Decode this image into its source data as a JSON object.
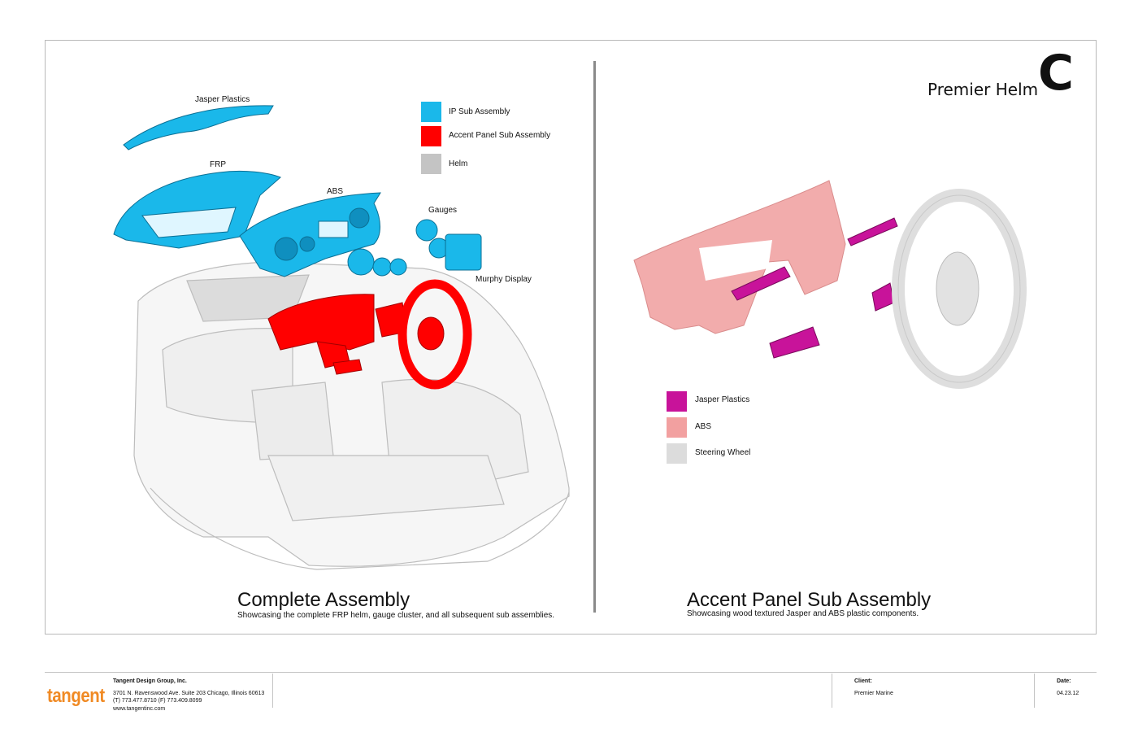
{
  "project": {
    "title": "Premier Helm",
    "sheet_letter": "C"
  },
  "left_panel": {
    "title": "Complete Assembly",
    "subtitle": "Showcasing the complete FRP helm, gauge cluster, and all subsequent sub assemblies.",
    "part_labels": {
      "jasper": "Jasper Plastics",
      "frp": "FRP",
      "abs": "ABS",
      "gauges": "Gauges",
      "murphy": "Murphy Display"
    },
    "legend": [
      {
        "label": "IP Sub Assembly",
        "color": "#1ab8ea"
      },
      {
        "label": "Accent Panel Sub Assembly",
        "color": "#ff0000"
      },
      {
        "label": "Helm",
        "color": "#c4c4c4"
      }
    ]
  },
  "right_panel": {
    "title": "Accent Panel Sub Assembly",
    "subtitle": "Showcasing wood textured Jasper and ABS plastic components.",
    "legend": [
      {
        "label": "Jasper Plastics",
        "color": "#c8139a"
      },
      {
        "label": "ABS",
        "color": "#f2a0a0"
      },
      {
        "label": "Steering Wheel",
        "color": "#dcdcdc"
      }
    ]
  },
  "title_block": {
    "logo": "tangent",
    "company": "Tangent Design Group, Inc.",
    "address": "3701 N. Ravenswood Ave. Suite 203  Chicago, Illinois 60613",
    "phone": "(T) 773.477.8710     (F) 773.409.8099",
    "website": "www.tangentinc.com",
    "client_label": "Client:",
    "client_value": "Premier Marine",
    "date_label": "Date:",
    "date_value": "04.23.12"
  }
}
